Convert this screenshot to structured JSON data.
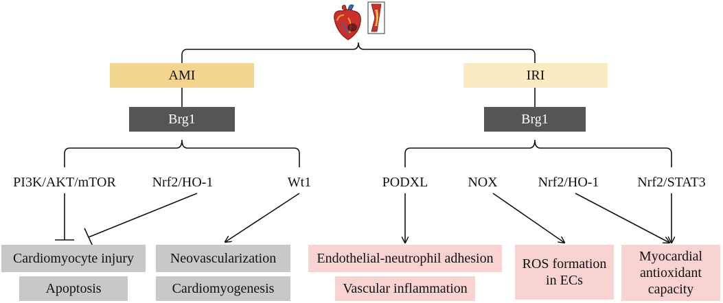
{
  "colors": {
    "ami": "#f4d58f",
    "iri": "#faebc2",
    "brg": "#555555",
    "grey_box": "#c8c8c8",
    "pink_box": "#f9d2d2",
    "line": "#111111"
  },
  "icons": [
    "heart-icon",
    "artery-plaque-icon"
  ],
  "left_branch": {
    "condition": "AMI",
    "regulator": "Brg1",
    "pathways": [
      "PI3K/AKT/mTOR",
      "Nrf2/HO-1",
      "Wt1"
    ],
    "outcomes": [
      "Cardiomyocyte injury",
      "Apoptosis",
      "Neovascularization",
      "Cardiomyogenesis"
    ]
  },
  "right_branch": {
    "condition": "IRI",
    "regulator": "Brg1",
    "pathways": [
      "PODXL",
      "NOX",
      "Nrf2/HO-1",
      "Nrf2/STAT3"
    ],
    "outcomes": {
      "adhesion": "Endothelial-neutrophil adhesion",
      "inflammation": "Vascular inflammation",
      "ros": [
        "ROS formation",
        "in ECs"
      ],
      "antioxidant": [
        "Myocardial",
        "antioxidant",
        "capacity"
      ]
    }
  }
}
